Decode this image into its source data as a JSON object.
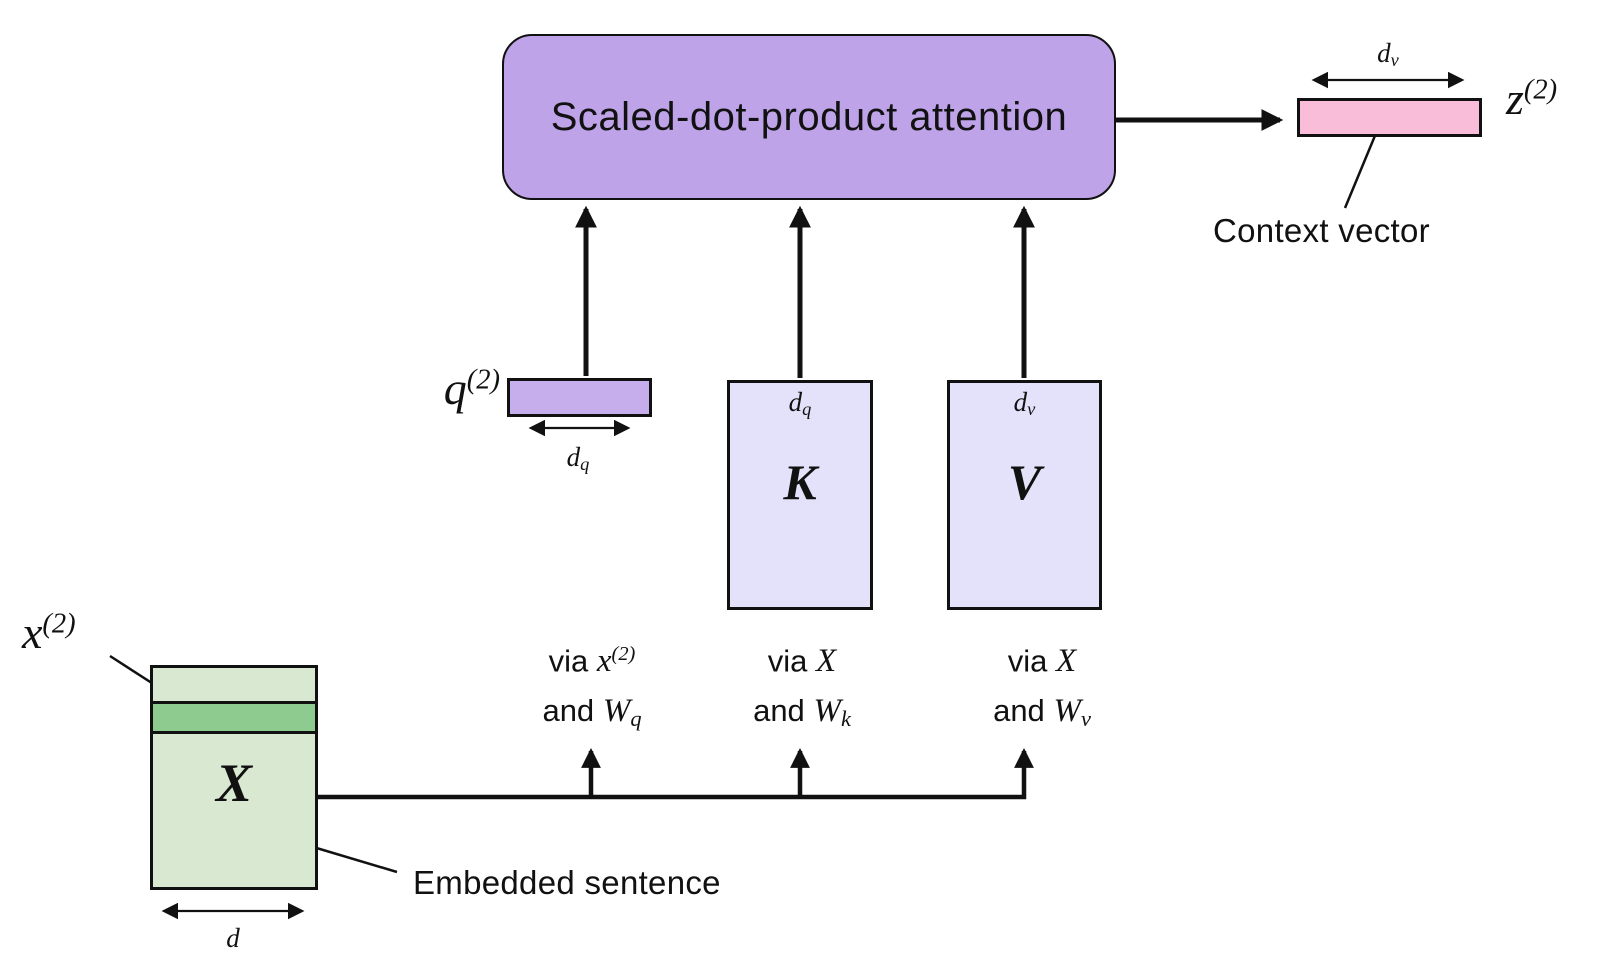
{
  "title_box": {
    "label": "Scaled-dot-product attention"
  },
  "output": {
    "z_label": {
      "base": "z",
      "sup": "(2)"
    },
    "dim": {
      "base": "d",
      "sub": "v"
    },
    "caption": "Context vector"
  },
  "query": {
    "label": {
      "base": "q",
      "sup": "(2)"
    },
    "dim": {
      "base": "d",
      "sub": "q"
    }
  },
  "key_matrix": {
    "label": "K",
    "dim": {
      "base": "d",
      "sub": "q"
    }
  },
  "value_matrix": {
    "label": "V",
    "dim": {
      "base": "d",
      "sub": "v"
    }
  },
  "embedded": {
    "label": "X",
    "row_label": {
      "base": "x",
      "sup": "(2)"
    },
    "caption": "Embedded sentence",
    "dim": {
      "base": "d",
      "sub": ""
    }
  },
  "via_labels": [
    {
      "word1": "via",
      "math1": "x",
      "sup1": "(2)",
      "word2": "and",
      "math2": "W",
      "sub2": "q"
    },
    {
      "word1": "via",
      "math1": "X",
      "sup1": "",
      "word2": "and",
      "math2": "W",
      "sub2": "k"
    },
    {
      "word1": "via",
      "math1": "X",
      "sup1": "",
      "word2": "and",
      "math2": "W",
      "sub2": "v"
    }
  ],
  "colors": {
    "attention_fill": "#bea3e9",
    "query_fill": "#c6adeb",
    "matrix_fill": "#e4e2fb",
    "context_fill": "#f9bdd9",
    "embedded_fill": "#d9e8d1",
    "embedded_row_fill": "#8ecb8e",
    "stroke": "#111111"
  }
}
